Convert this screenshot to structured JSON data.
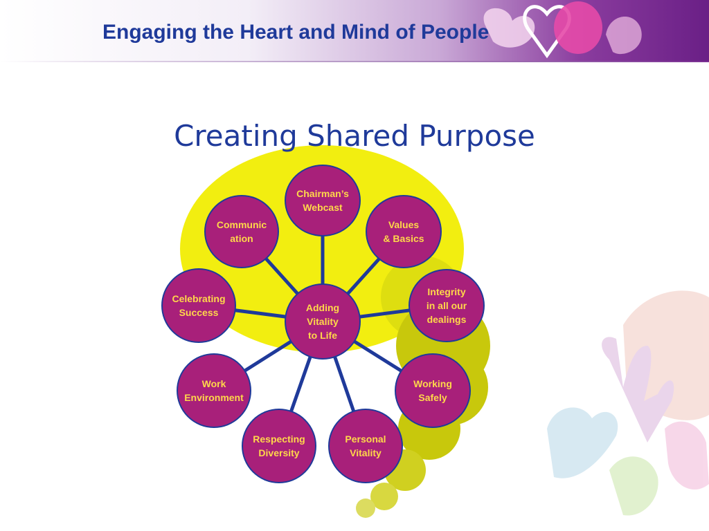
{
  "header": {
    "title": "Engaging the Heart and Mind of People"
  },
  "slide": {
    "title": "Creating Shared Purpose"
  },
  "diagram": {
    "center": "Adding\nVitality\nto Life",
    "nodes": [
      "Chairman’s\nWebcast",
      "Values\n& Basics",
      "Integrity\nin all our\ndealings",
      "Working\nSafely",
      "Personal\nVitality",
      "Respecting\nDiversity",
      "Work\nEnvironment",
      "Celebrating\nSuccess",
      "Communic\nation"
    ]
  },
  "colors": {
    "node_fill": "#a8207a",
    "node_text": "#ffd84a",
    "connector": "#1f3a9a",
    "title": "#1f3a9a",
    "blob": "#f2ee10"
  }
}
